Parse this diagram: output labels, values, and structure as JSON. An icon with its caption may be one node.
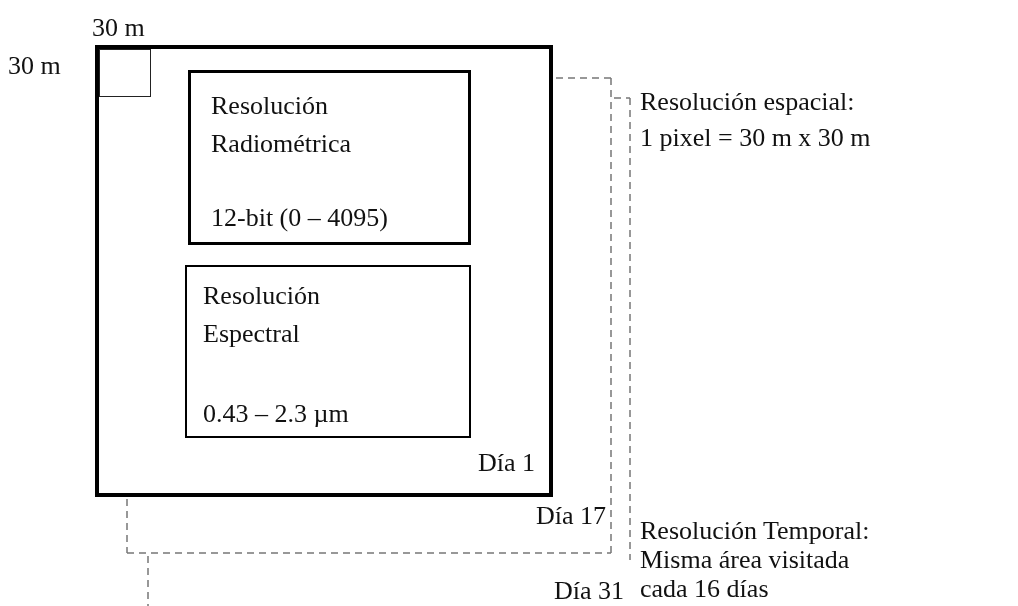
{
  "diagram": {
    "nodes": [
      {
        "text": [
          "Día 1"
        ]
      },
      {
        "text": [],
        "shape": "box",
        "in": 0
      },
      {
        "text": [
          "Resolución Radiométrica",
          "12-bit (0 – 4095)"
        ],
        "in": 0
      },
      {
        "text": [
          "Resolución Espectral",
          "0.43 – 2.3 µm"
        ],
        "in": 0
      }
    ],
    "edges": [],
    "labels": [
      "30 m",
      "30 m",
      "Resolución espacial: 1 pixel = 30 m x 30 m",
      "Día 17",
      "Día 31",
      "Resolución Temporal: Misma área visitada cada 16 días"
    ]
  }
}
